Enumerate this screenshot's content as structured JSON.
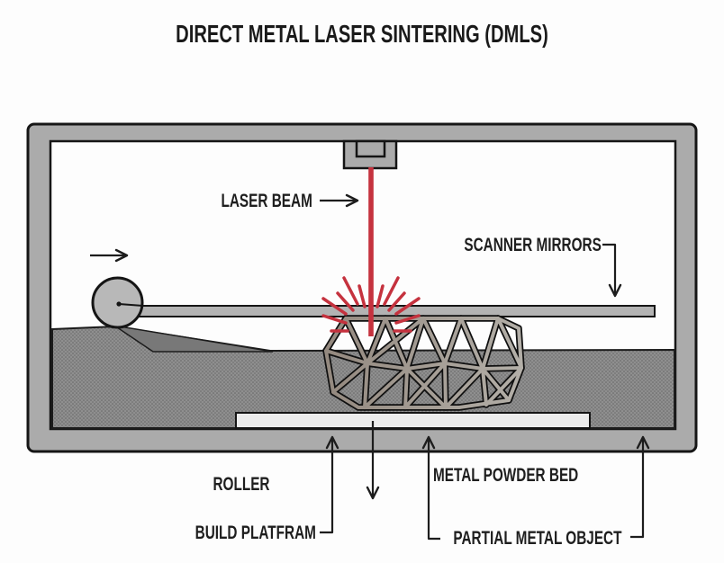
{
  "title": "DIRECT METAL LASER SINTERING (DMLS)",
  "labels": {
    "laser_beam": "LASER BEAM",
    "scanner_mirrors": "SCANNER MIRRORS",
    "roller": "ROLLER",
    "build_platform": "BUILD PLATFRAM",
    "metal_powder_bed": "METAL POWDER BED",
    "partial_metal_object": "PARTIAL METAL OBJECT"
  },
  "colors": {
    "laser_red": "#c5323e",
    "machine_wall_gray": "#ababab",
    "powder_gray": "#8f8f8f",
    "powder_speck": "#656565",
    "powder_slope_shadow": "#787878",
    "platform_light": "#ececec",
    "object_strut_left": "#94897f",
    "object_strut_right": "#b3afa8",
    "outline_black": "#1a1a1a",
    "text_dark": "#1e1e1e",
    "background": "#fdfdfd"
  }
}
